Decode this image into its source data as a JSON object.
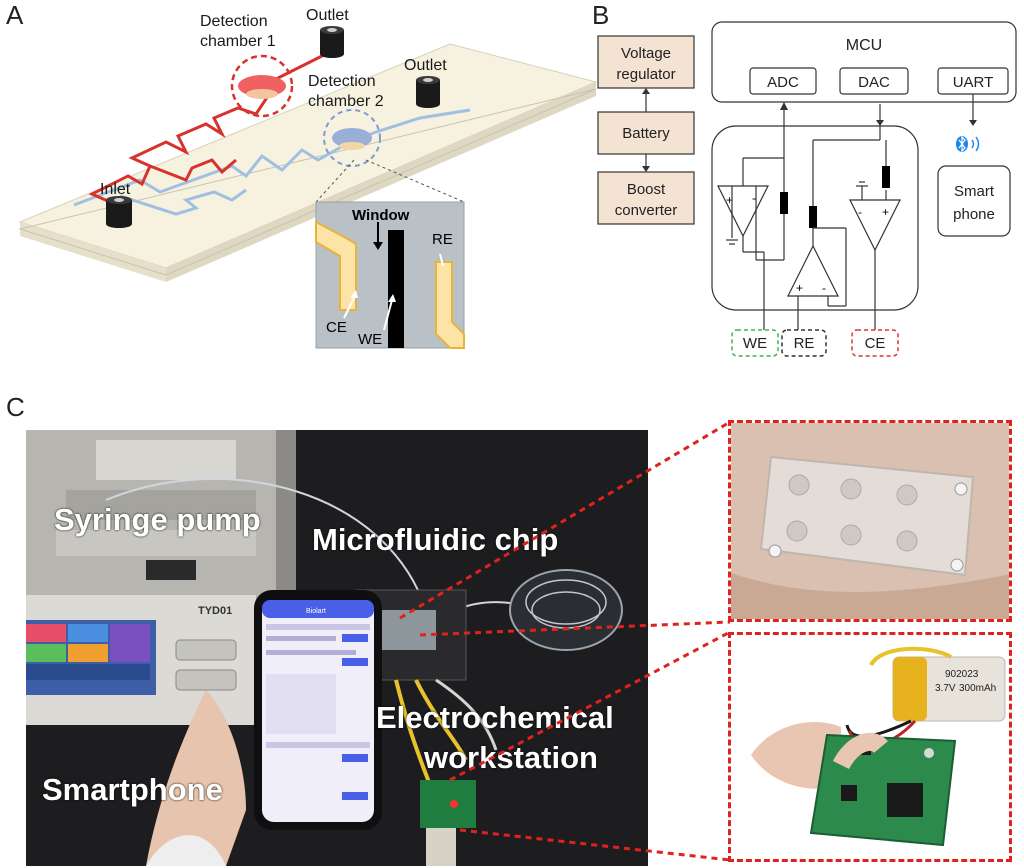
{
  "panels": {
    "a": "A",
    "b": "B",
    "c": "C"
  },
  "panel_a": {
    "detection_chamber_1": [
      "Detection",
      "chamber 1"
    ],
    "detection_chamber_2": [
      "Detection",
      "chamber 2"
    ],
    "outlet_1": "Outlet",
    "outlet_2": "Outlet",
    "inlet": "Inlet",
    "zoom": {
      "window": "Window",
      "re": "RE",
      "ce": "CE",
      "we": "WE"
    },
    "colors": {
      "channel_red": "#d8322e",
      "channel_blue": "#9fc0e0",
      "chamber_red": "#f06262",
      "chamber_blue": "#9aaed8",
      "chip": "#f6f2df",
      "electrode": "#fbe4a6",
      "electrode_border": "#e7b43a"
    }
  },
  "panel_b": {
    "voltage_regulator": [
      "Voltage",
      "regulator"
    ],
    "battery": "Battery",
    "boost_converter": [
      "Boost",
      "converter"
    ],
    "mcu": "MCU",
    "adc": "ADC",
    "dac": "DAC",
    "uart": "UART",
    "smart_phone": [
      "Smart",
      "phone"
    ],
    "we": "WE",
    "re": "RE",
    "ce": "CE",
    "icons": [
      "bluetooth-icon",
      "wireless-signal-icon"
    ],
    "colors": {
      "power_box": "#f4e3d3",
      "we_dash": "#3fb34f",
      "re_dash": "#333333",
      "ce_dash": "#e03434",
      "bluetooth": "#1e88e5"
    }
  },
  "panel_c": {
    "syringe_pump": "Syringe pump",
    "microfluidic_chip": "Microfluidic chip",
    "electrochemical_workstation": [
      "Electrochemical",
      "workstation"
    ],
    "smartphone": "Smartphone",
    "pump_model": "TYD01",
    "app_title": "Biolart",
    "battery_print": [
      "902023",
      "3.7V",
      "300mAh"
    ],
    "colors": {
      "callout_dash": "#e0221f"
    }
  }
}
